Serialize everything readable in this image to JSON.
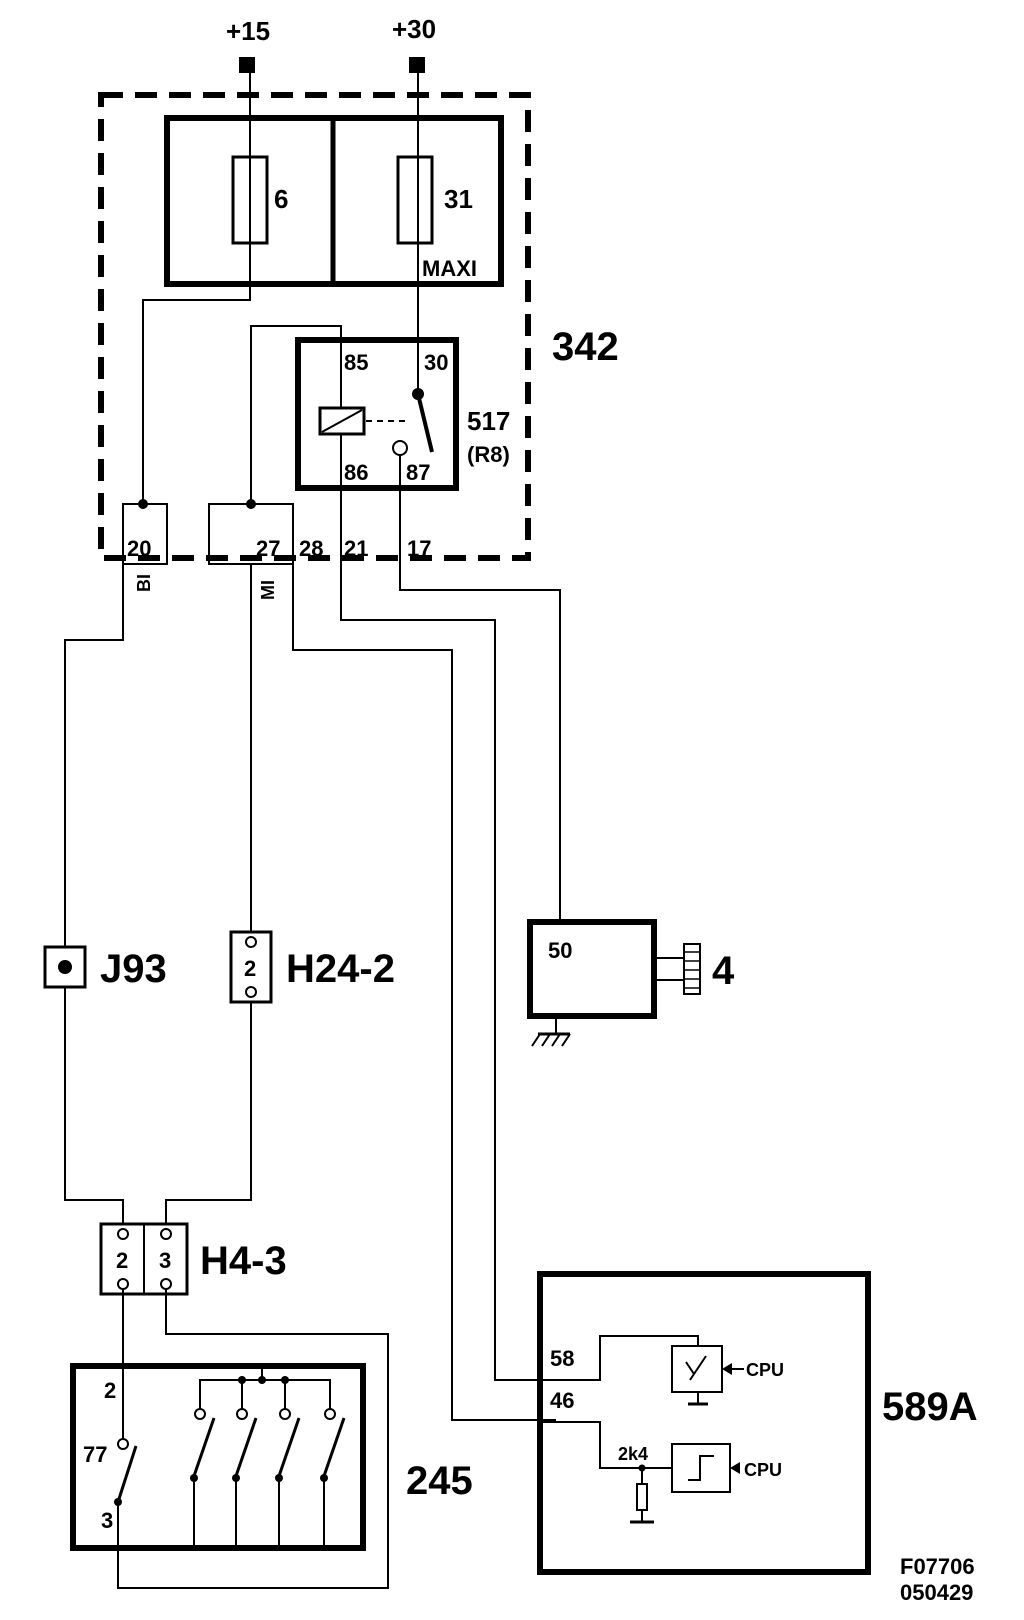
{
  "supply": {
    "plus15": "+15",
    "plus30": "+30"
  },
  "central_electric_unit": {
    "id": "342",
    "fuse_a": "6",
    "fuse_b": "31",
    "fuse_b_type": "MAXI",
    "relay": {
      "id": "517",
      "ref": "(R8)",
      "pin85": "85",
      "pin30": "30",
      "pin86": "86",
      "pin87": "87"
    },
    "connector_pins": [
      "20",
      "27",
      "28",
      "21",
      "17"
    ],
    "connector_b": "BI",
    "connector_m": "MI"
  },
  "connectors": {
    "j93": "J93",
    "h24": {
      "id": "H24-2",
      "pin": "2"
    },
    "h43": {
      "id": "H4-3",
      "pin_a": "2",
      "pin_b": "3"
    }
  },
  "starter": {
    "id": "4",
    "pin": "50"
  },
  "switch_unit": {
    "id": "245",
    "pin_top": "2",
    "pin_switch": "77",
    "pin_bottom": "3"
  },
  "ecu": {
    "id": "589A",
    "pin58": "58",
    "pin46": "46",
    "resistor": "2k4",
    "cpu1": "CPU",
    "cpu2": "CPU"
  },
  "figure_ref": {
    "code": "F07706",
    "date": "050429"
  }
}
